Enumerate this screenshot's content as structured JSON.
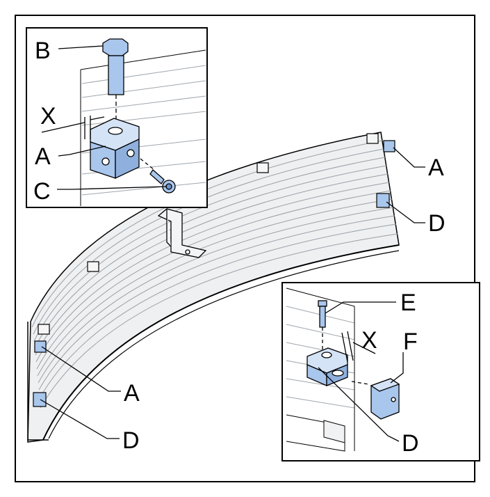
{
  "callouts": {
    "B": "B",
    "X_top": "X",
    "A_top": "A",
    "C": "C",
    "A_right": "A",
    "D_right": "D",
    "E": "E",
    "X_bottom": "X",
    "F": "F",
    "A_left": "A",
    "D_left": "D",
    "D_bottom": "D"
  },
  "colors": {
    "part_blue": "#a9c6ec",
    "part_blue_dark": "#6f93c6",
    "rail_grey": "#e9ecef",
    "line": "#000000"
  }
}
